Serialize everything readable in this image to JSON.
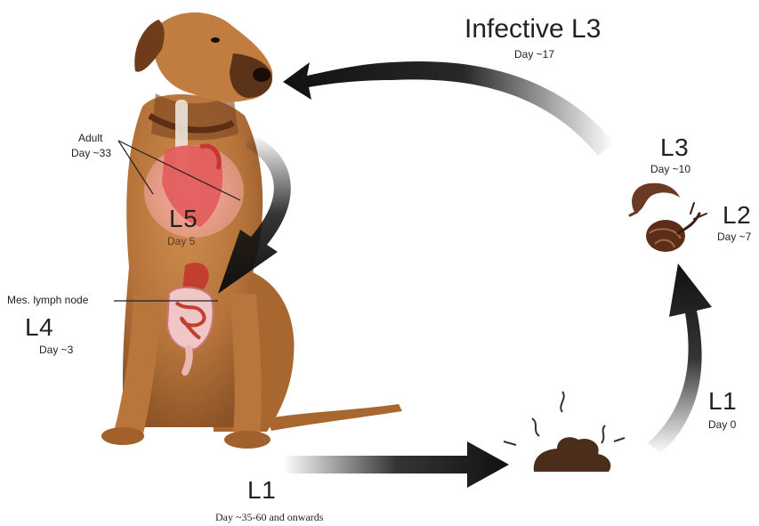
{
  "title": "Infective L3",
  "title_day": "Day ~17",
  "stages": {
    "l3": {
      "label": "L3",
      "day": "Day ~10"
    },
    "l2": {
      "label": "L2",
      "day": "Day ~7"
    },
    "l1_environment": {
      "label": "L1",
      "day": "Day 0"
    },
    "l1_shed": {
      "label": "L1",
      "day": "Day ~35-60 and onwards"
    },
    "l5": {
      "label": "L5",
      "day": "Day 5"
    },
    "l4": {
      "label": "L4",
      "day": "Day ~3"
    }
  },
  "annotations": {
    "adult": "Adult",
    "adult_day": "Day ~33",
    "lymph_node": "Mes. lymph node"
  },
  "colors": {
    "arrow": "#111111",
    "dog_fur": "#b9773e",
    "dog_dark": "#3a2412",
    "organ_pink": "#f4a0a0",
    "feces": "#4a2e1b",
    "slug": "#6b3a22"
  },
  "icons": [
    "dog-illustration",
    "heart-lungs-icon",
    "intestine-icon",
    "slug-icon",
    "snail-icon",
    "feces-icon"
  ]
}
